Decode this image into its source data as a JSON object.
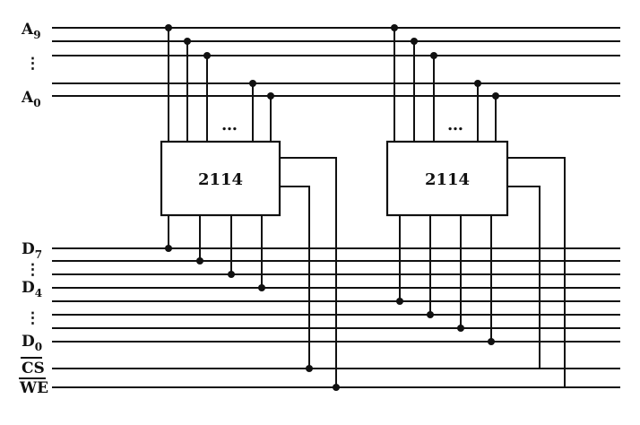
{
  "address_bus": {
    "top_label": {
      "main": "A",
      "sub": "9"
    },
    "bottom_label": {
      "main": "A",
      "sub": "0"
    },
    "vertical_ellipsis": "⋮"
  },
  "data_bus": {
    "d7_label": {
      "main": "D",
      "sub": "7"
    },
    "d4_label": {
      "main": "D",
      "sub": "4"
    },
    "d0_label": {
      "main": "D",
      "sub": "0"
    },
    "vertical_ellipsis": "⋮"
  },
  "control_signals": {
    "cs_label": "CS",
    "we_label": "WE"
  },
  "chips": [
    {
      "label": "2114",
      "pin_ellipsis": "…"
    },
    {
      "label": "2114",
      "pin_ellipsis": "…"
    }
  ]
}
